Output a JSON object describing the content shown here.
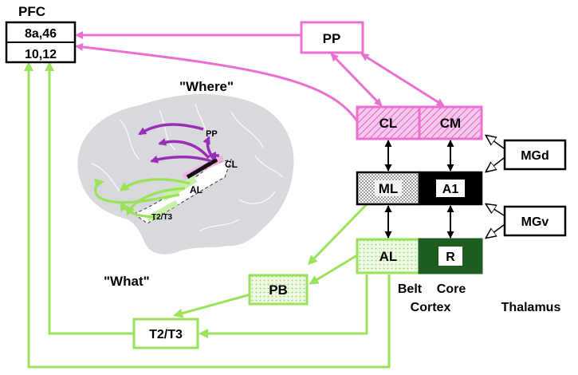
{
  "pfc": {
    "title": "PFC",
    "upper": "8a,46",
    "lower": "10,12"
  },
  "brain": {
    "where": "\"Where\"",
    "what": "\"What\"",
    "pp": "PP",
    "cl": "CL",
    "al": "AL",
    "t2t3": "T2/T3"
  },
  "boxes": {
    "pp": "PP",
    "cl": "CL",
    "cm": "CM",
    "ml": "ML",
    "a1": "A1",
    "al": "AL",
    "r": "R",
    "pb": "PB",
    "t2t3": "T2/T3",
    "mgd": "MGd",
    "mgv": "MGv"
  },
  "labels": {
    "belt": "Belt",
    "core": "Core",
    "cortex": "Cortex",
    "thalamus": "Thalamus"
  },
  "colors": {
    "pink": "#ea6fcf",
    "green": "#9be25a",
    "purple": "#9a2fb5",
    "dark_green": "#1f5c1f",
    "brain": "#d7d9dc"
  }
}
